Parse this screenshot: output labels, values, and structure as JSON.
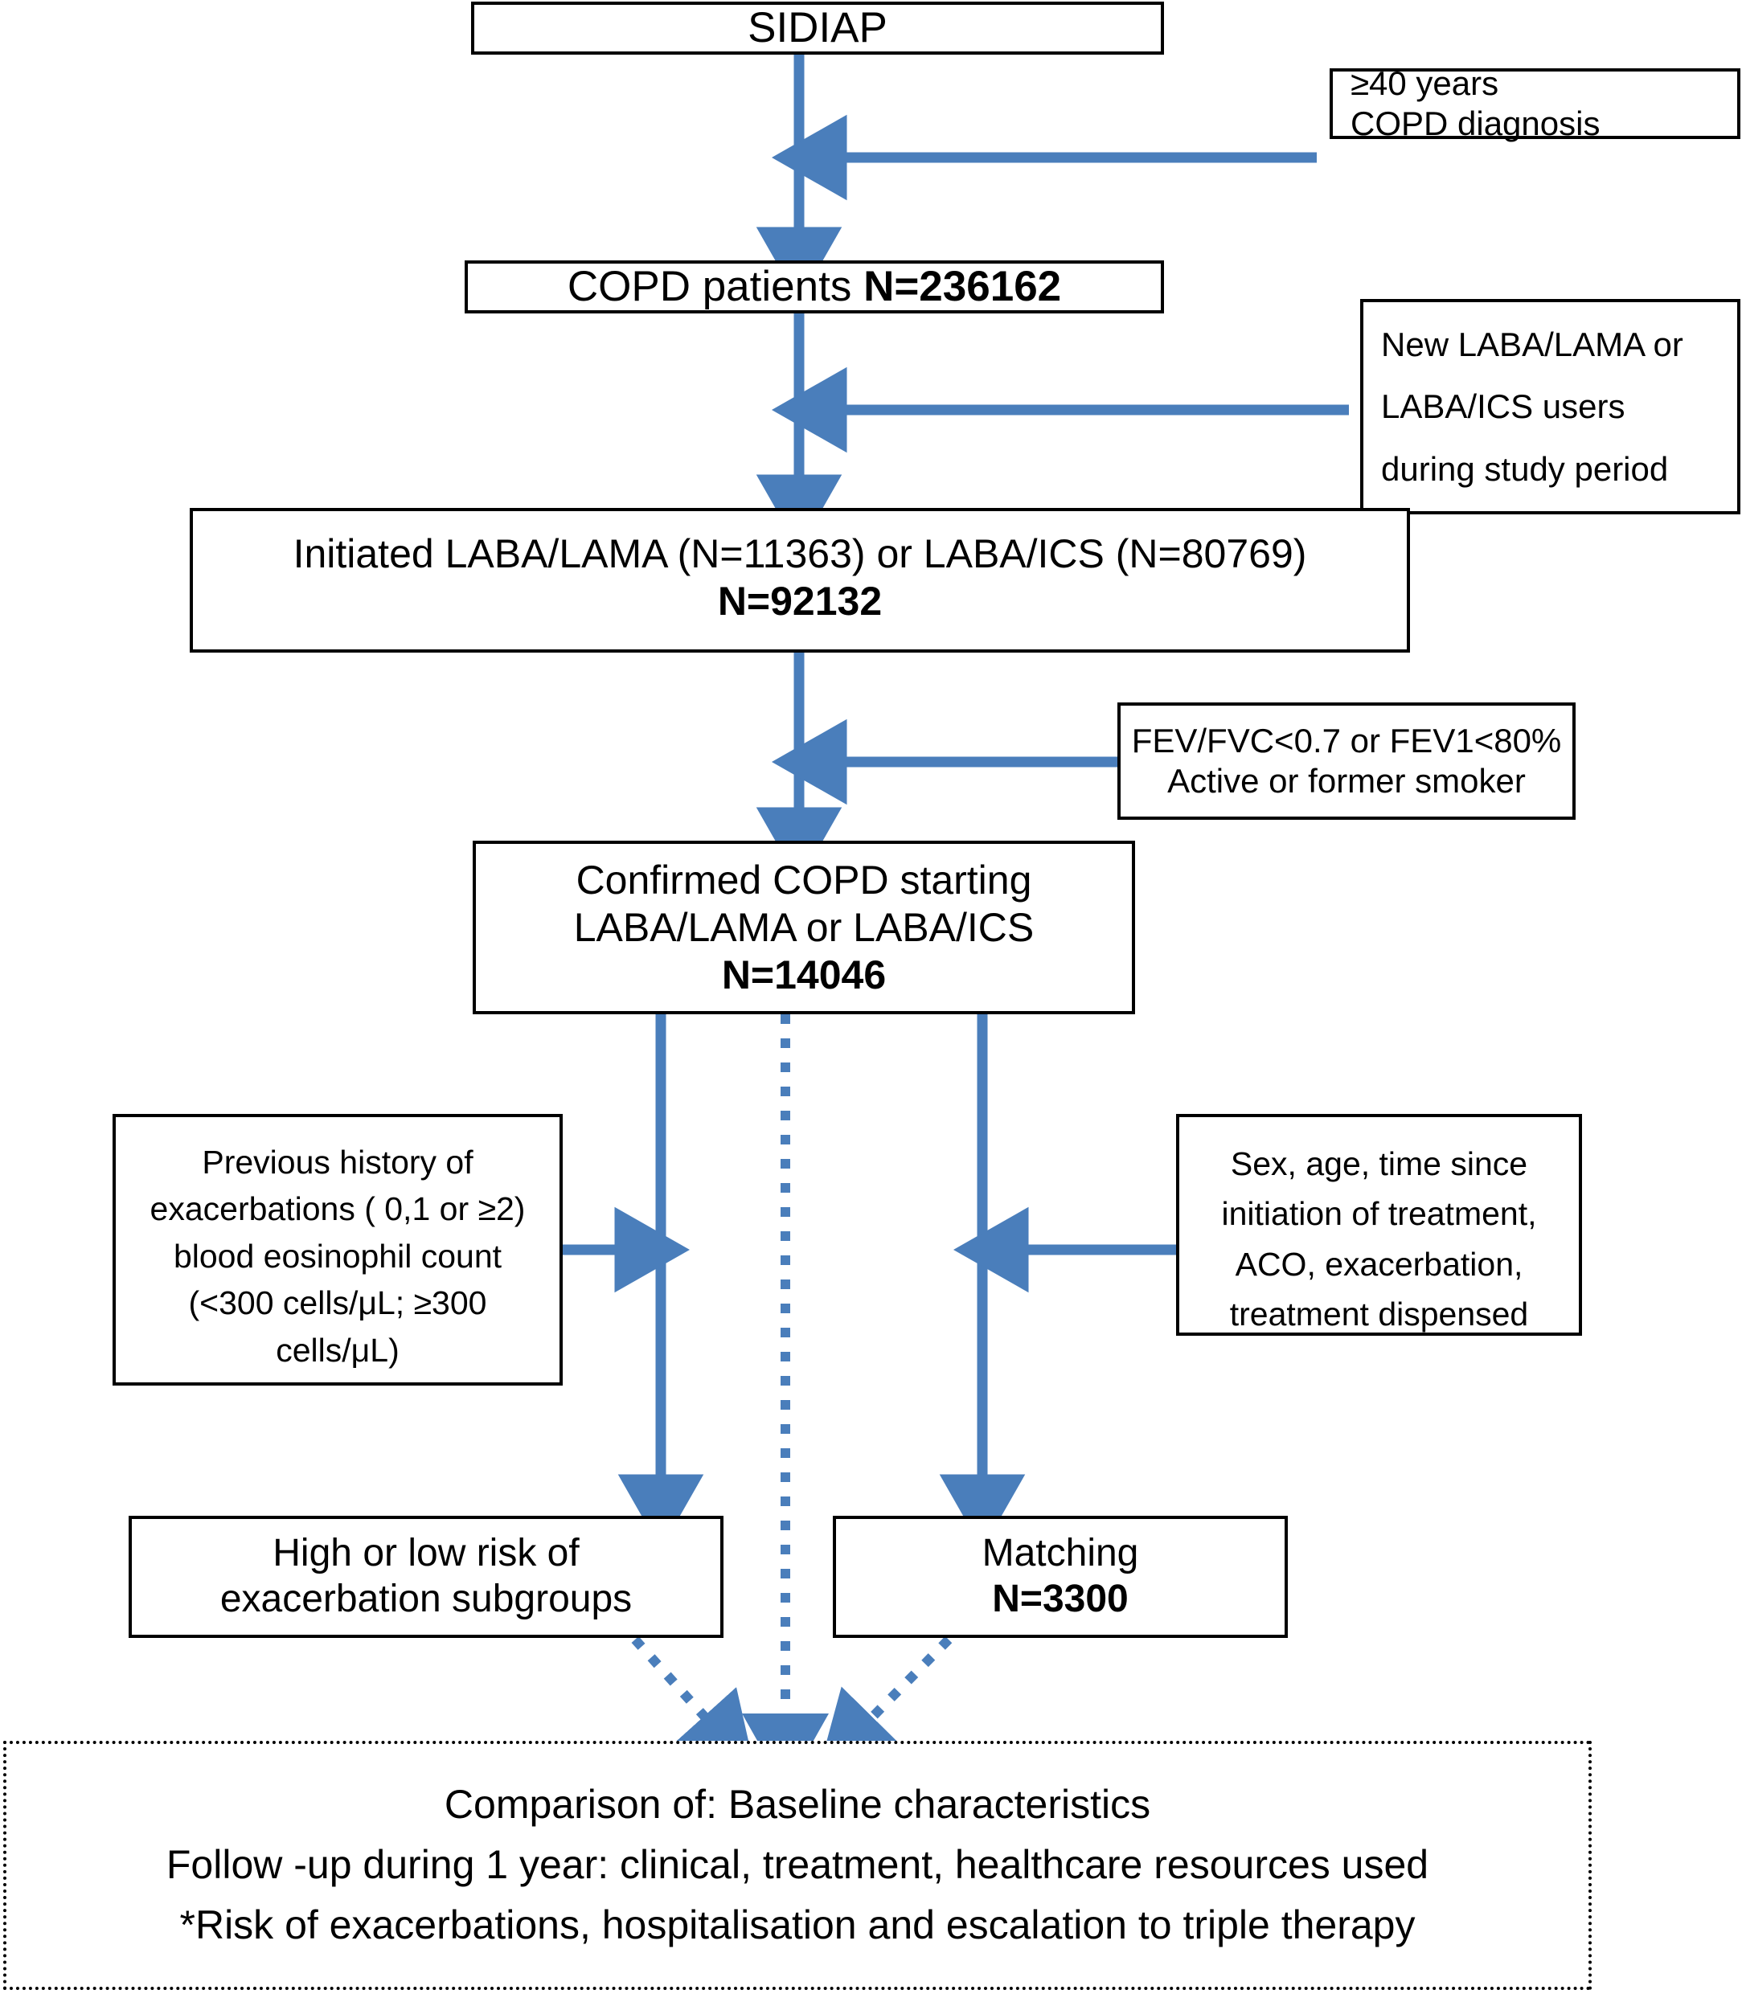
{
  "diagram": {
    "title": "COPD study flowchart",
    "accent_color": "#4A7EBB",
    "box_border_color": "#000000",
    "background": "#ffffff"
  },
  "nodes": {
    "sidiap": {
      "lines": [
        "SIDIAP"
      ]
    },
    "criteria_age": {
      "lines": [
        "≥40 years",
        "COPD diagnosis"
      ]
    },
    "copd_patients": {
      "lines": [
        "COPD patients ",
        "N=236162"
      ],
      "plain": "COPD patients ",
      "bold": "N=236162"
    },
    "criteria_new_users": {
      "lines": [
        "New LABA/LAMA or",
        "LABA/ICS users",
        "during study period"
      ]
    },
    "initiated": {
      "lines": [
        "Initiated LABA/LAMA (N=11363) or LABA/ICS (N=80769)",
        "N=92132"
      ],
      "line1": "Initiated LABA/LAMA (N=11363) or LABA/ICS (N=80769)",
      "line2_bold": "N=92132"
    },
    "criteria_fev": {
      "lines": [
        "FEV/FVC<0.7 or FEV1<80%",
        "Active or former smoker"
      ]
    },
    "confirmed": {
      "lines": [
        "Confirmed COPD starting",
        "LABA/LAMA or LABA/ICS",
        "N=14046"
      ],
      "line1": "Confirmed COPD starting",
      "line2": "LABA/LAMA or LABA/ICS",
      "line3_bold": "N=14046"
    },
    "prev_history": {
      "lines": [
        "Previous history of",
        "exacerbations ( 0,1 or ≥2)",
        "blood eosinophil count",
        "(<300 cells/μL; ≥300",
        "cells/μL)"
      ]
    },
    "matching_vars": {
      "lines": [
        "Sex, age, time since",
        "initiation of treatment,",
        "ACO, exacerbation,",
        "treatment dispensed"
      ]
    },
    "risk_subgroups": {
      "lines": [
        "High or low risk of",
        "exacerbation subgroups"
      ]
    },
    "matching": {
      "lines": [
        "Matching",
        "N=3300"
      ],
      "line1": "Matching",
      "line2_bold": "N=3300"
    },
    "comparison": {
      "lines": [
        "Comparison of: Baseline characteristics",
        "Follow -up during 1 year: clinical, treatment, healthcare resources used",
        "*Risk of exacerbations, hospitalisation and escalation to triple therapy"
      ],
      "line1": "Comparison of: Baseline characteristics",
      "line2": "Follow -up during 1 year: clinical, treatment, healthcare resources used",
      "line3": "*Risk of exacerbations, hospitalisation and escalation to triple therapy"
    }
  },
  "edges": [
    {
      "name": "sidiap-to-copd",
      "style": "solid",
      "direction": "down"
    },
    {
      "name": "age-criteria-into-flow",
      "style": "solid",
      "direction": "left"
    },
    {
      "name": "copd-to-initiated",
      "style": "solid",
      "direction": "down"
    },
    {
      "name": "new-users-criteria-into-flow",
      "style": "solid",
      "direction": "left"
    },
    {
      "name": "initiated-to-confirmed",
      "style": "solid",
      "direction": "down"
    },
    {
      "name": "fev-criteria-into-flow",
      "style": "solid",
      "direction": "left"
    },
    {
      "name": "confirmed-to-subgroups",
      "style": "solid",
      "direction": "down"
    },
    {
      "name": "prev-history-into-subgroup-branch",
      "style": "solid",
      "direction": "right"
    },
    {
      "name": "confirmed-to-matching",
      "style": "solid",
      "direction": "down"
    },
    {
      "name": "matching-vars-into-matching-branch",
      "style": "solid",
      "direction": "left"
    },
    {
      "name": "confirmed-to-comparison",
      "style": "dotted",
      "direction": "down"
    },
    {
      "name": "subgroups-to-comparison",
      "style": "dotted",
      "direction": "down-right"
    },
    {
      "name": "matching-to-comparison",
      "style": "dotted",
      "direction": "down-left"
    }
  ]
}
